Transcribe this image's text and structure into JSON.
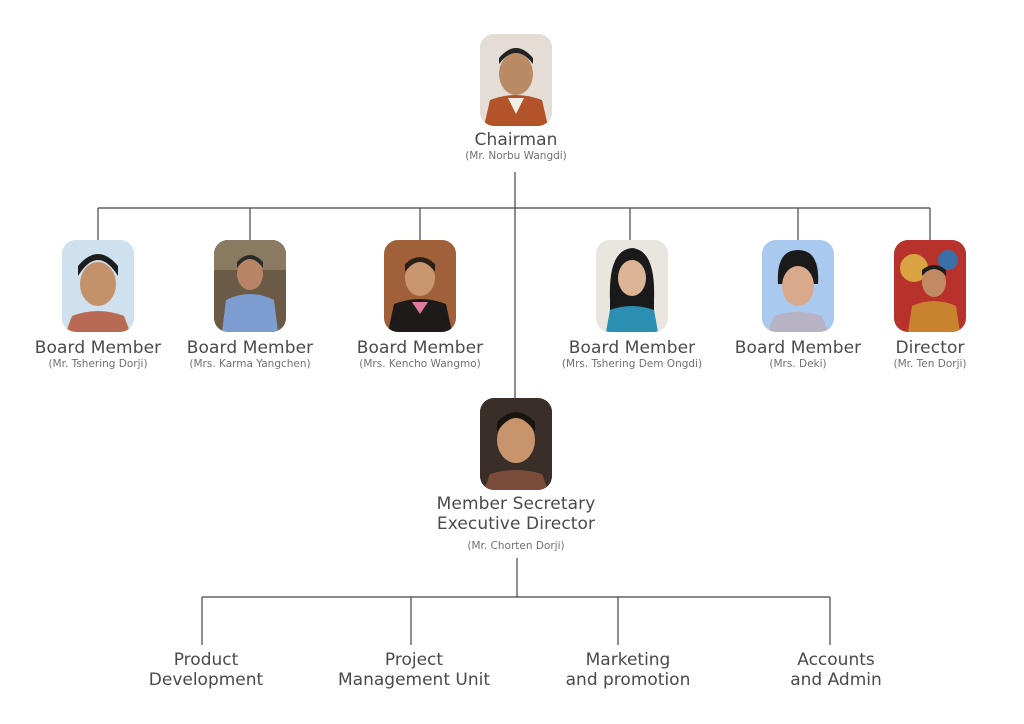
{
  "chairman": {
    "title": "Chairman",
    "name": "(Mr. Norbu Wangdi)"
  },
  "board": [
    {
      "title": "Board Member",
      "name": "(Mr. Tshering Dorji)"
    },
    {
      "title": "Board Member",
      "name": "(Mrs. Karma Yangchen)"
    },
    {
      "title": "Board Member",
      "name": "(Mrs. Kencho Wangmo)"
    },
    {
      "title": "Board Member",
      "name": "(Mrs. Tshering Dem Ongdi)"
    },
    {
      "title": "Board Member",
      "name": "(Mrs. Deki)"
    },
    {
      "title": "Director",
      "name": "(Mr. Ten Dorji)"
    }
  ],
  "secretary": {
    "title_line1": "Member Secretary",
    "title_line2": "Executive Director",
    "name": "(Mr. Chorten Dorji)"
  },
  "departments": [
    {
      "line1": "Product",
      "line2": "Development"
    },
    {
      "line1": "Project",
      "line2": "Management Unit"
    },
    {
      "line1": "Marketing",
      "line2": "and promotion"
    },
    {
      "line1": "Accounts",
      "line2": "and Admin"
    }
  ],
  "colors": {
    "line": "#444444",
    "text": "#4a4a4a"
  }
}
